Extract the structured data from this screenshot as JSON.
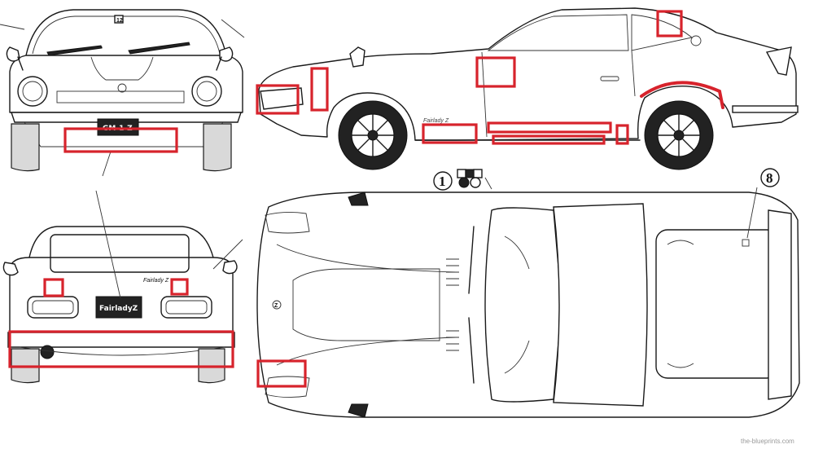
{
  "views": {
    "front": "front-view",
    "side": "side-view",
    "rear": "rear-view",
    "top": "top-view"
  },
  "callouts": {
    "part_1": "1",
    "part_8": "8",
    "part_12": "12"
  },
  "plates": {
    "front_text": "GM-1-Z",
    "rear_text": "FairladyZ"
  },
  "badges": {
    "side_script": "Fairlady Z",
    "rear_script": "Fairlady Z",
    "hood_z": "Z"
  },
  "watermark": "the-blueprints.com",
  "colors": {
    "highlight": "#d7232c",
    "line": "#1a1a1a",
    "background": "#ffffff"
  }
}
